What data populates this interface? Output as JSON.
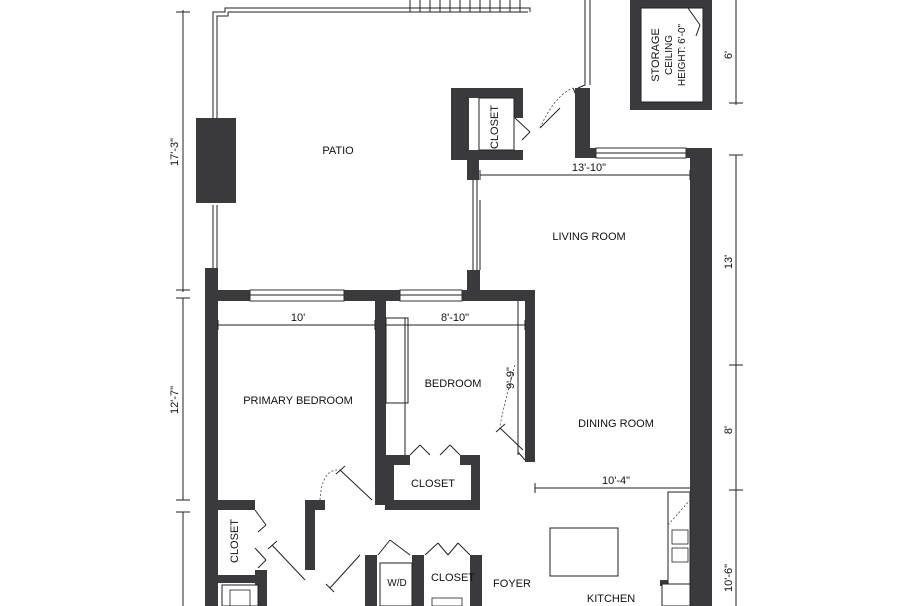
{
  "rooms": {
    "patio": "PATIO",
    "closet_patio": "CLOSET",
    "storage_title": "STORAGE",
    "storage_l2": "CEILING",
    "storage_l3": "HEIGHT: 6'-0\"",
    "living_room": "LIVING ROOM",
    "primary_bedroom": "PRIMARY BEDROOM",
    "bedroom": "BEDROOM",
    "closet_bedroom": "CLOSET",
    "dining_room": "DINING ROOM",
    "closet_primary": "CLOSET",
    "wd": "W/D",
    "closet_foyer": "CLOSET",
    "foyer": "FOYER",
    "kitchen": "KITCHEN"
  },
  "dimensions": {
    "patio_height": "17'-3\"",
    "living_width": "13'-10\"",
    "living_height": "13'",
    "storage_height": "6'",
    "primary_width": "10'",
    "bedroom_width": "8'-10\"",
    "bedroom_height": "9'-9\"",
    "primary_height": "12'-7\"",
    "dining_height": "8'",
    "dining_width": "10'-4\"",
    "kitchen_height": "10'-6\""
  }
}
